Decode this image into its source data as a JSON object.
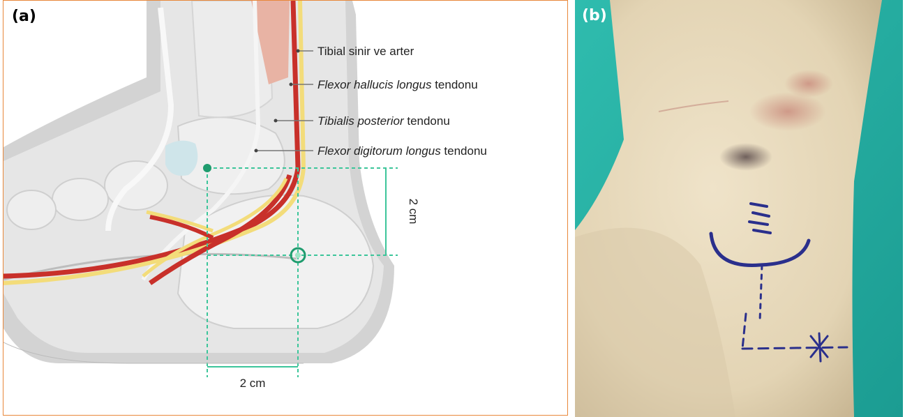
{
  "panel_a": {
    "label": "(a)",
    "annotations": [
      {
        "italic": "",
        "normal": "Tibial sinir ve arter"
      },
      {
        "italic": "Flexor hallucis longus",
        "normal": " tendonu"
      },
      {
        "italic": "Tibialis posterior",
        "normal": " tendonu"
      },
      {
        "italic": "Flexor digitorum longus",
        "normal": " tendonu"
      }
    ],
    "measure_vertical": "2 cm",
    "measure_horizontal": "2 cm"
  },
  "panel_b": {
    "label": "(b)"
  },
  "colors": {
    "frame": "#e8873a",
    "guide": "#3cc59a",
    "artery": "#c8302a",
    "nerve": "#f3dc7a",
    "bone": "#e9e9e9",
    "soft_tissue": "#d3d3d3",
    "drape": "#2bb5a6",
    "skin": "#e6d9bf",
    "marker": "#2a2f8c"
  }
}
